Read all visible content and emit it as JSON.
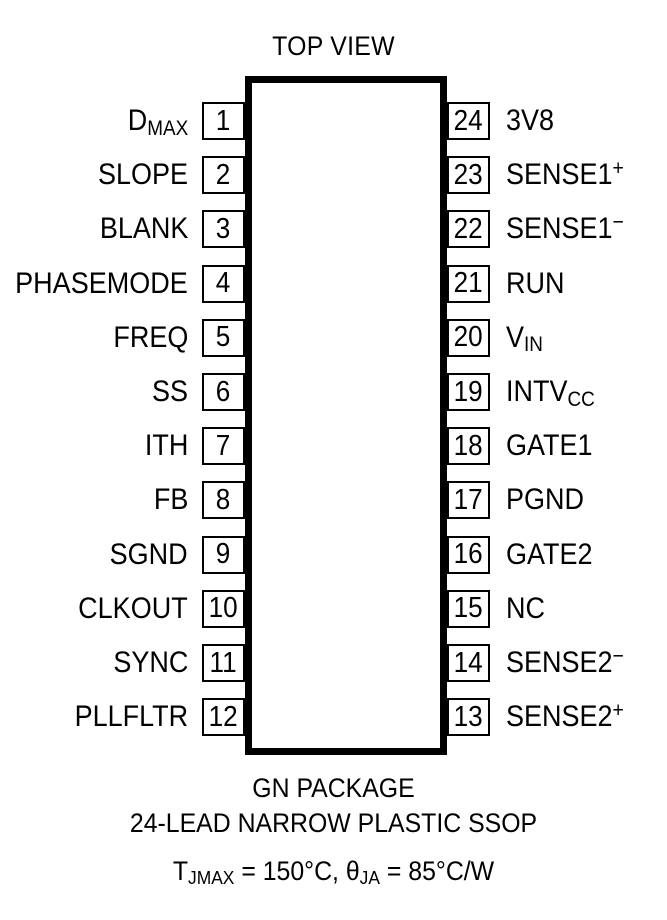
{
  "title": "TOP VIEW",
  "package_body": {
    "shape": "rectangle"
  },
  "pins": {
    "left": [
      {
        "number": "1",
        "name": "D",
        "sub": "MAX",
        "sup": ""
      },
      {
        "number": "2",
        "name": "SLOPE",
        "sub": "",
        "sup": ""
      },
      {
        "number": "3",
        "name": "BLANK",
        "sub": "",
        "sup": ""
      },
      {
        "number": "4",
        "name": "PHASEMODE",
        "sub": "",
        "sup": ""
      },
      {
        "number": "5",
        "name": "FREQ",
        "sub": "",
        "sup": ""
      },
      {
        "number": "6",
        "name": "SS",
        "sub": "",
        "sup": ""
      },
      {
        "number": "7",
        "name": "ITH",
        "sub": "",
        "sup": ""
      },
      {
        "number": "8",
        "name": "FB",
        "sub": "",
        "sup": ""
      },
      {
        "number": "9",
        "name": "SGND",
        "sub": "",
        "sup": ""
      },
      {
        "number": "10",
        "name": "CLKOUT",
        "sub": "",
        "sup": ""
      },
      {
        "number": "11",
        "name": "SYNC",
        "sub": "",
        "sup": ""
      },
      {
        "number": "12",
        "name": "PLLFLTR",
        "sub": "",
        "sup": ""
      }
    ],
    "right": [
      {
        "number": "24",
        "name": "3V8",
        "sub": "",
        "sup": ""
      },
      {
        "number": "23",
        "name": "SENSE1",
        "sub": "",
        "sup": "+"
      },
      {
        "number": "22",
        "name": "SENSE1",
        "sub": "",
        "sup": "−"
      },
      {
        "number": "21",
        "name": "RUN",
        "sub": "",
        "sup": ""
      },
      {
        "number": "20",
        "name": "V",
        "sub": "IN",
        "sup": ""
      },
      {
        "number": "19",
        "name": "INTV",
        "sub": "CC",
        "sup": ""
      },
      {
        "number": "18",
        "name": "GATE1",
        "sub": "",
        "sup": ""
      },
      {
        "number": "17",
        "name": "PGND",
        "sub": "",
        "sup": ""
      },
      {
        "number": "16",
        "name": "GATE2",
        "sub": "",
        "sup": ""
      },
      {
        "number": "15",
        "name": "NC",
        "sub": "",
        "sup": ""
      },
      {
        "number": "14",
        "name": "SENSE2",
        "sub": "",
        "sup": "−"
      },
      {
        "number": "13",
        "name": "SENSE2",
        "sub": "",
        "sup": "+"
      }
    ]
  },
  "caption": {
    "package": "GN PACKAGE",
    "lead": "24-LEAD NARROW PLASTIC SSOP",
    "thermal_tjmax_symbol": "T",
    "thermal_tjmax_sub": "JMAX",
    "thermal_tjmax_value": " = 150°C, ",
    "thermal_theta_symbol": "θ",
    "thermal_theta_sub": "JA",
    "thermal_theta_value": " = 85°C/W",
    "thermal_full": "T(JMAX) = 150°C, θ(JA) = 85°C/W"
  },
  "colors": {
    "line": "#000000",
    "background": "#ffffff"
  }
}
